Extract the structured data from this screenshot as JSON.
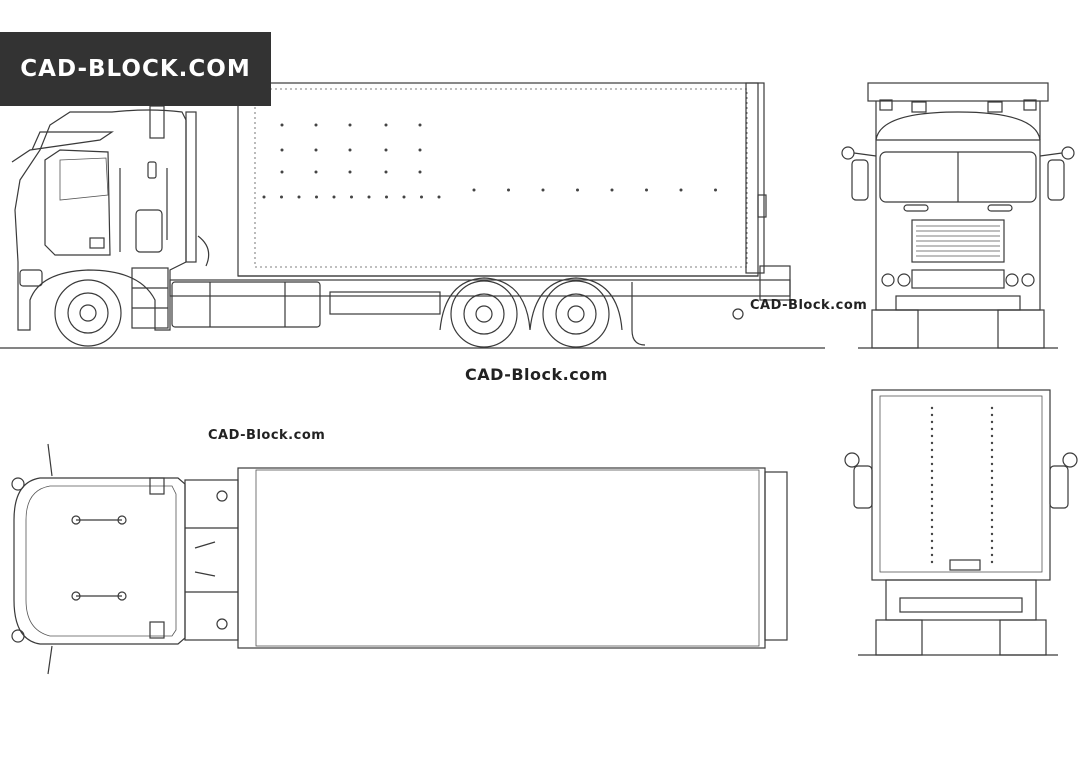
{
  "logo": {
    "text": "CAD-BLOCK.COM"
  },
  "watermarks": {
    "side_view": "CAD-Block.com",
    "center": "CAD-Block.com",
    "top_view": "CAD-Block.com"
  },
  "colors": {
    "line": "#3a3a3a",
    "logo_bg": "#333333",
    "background": "#ffffff"
  }
}
